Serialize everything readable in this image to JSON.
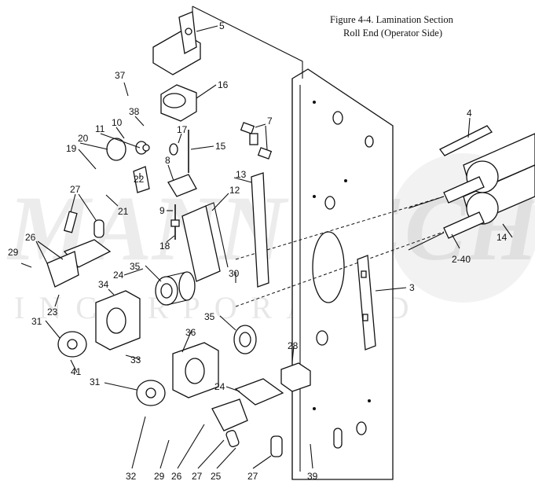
{
  "figure": {
    "title_line1": "Figure 4-4. Lamination Section",
    "title_line2": "Roll End (Operator Side)"
  },
  "watermark": {
    "brand": "MANNTECH",
    "sub": "INCORPORATED"
  },
  "callouts": [
    {
      "id": "5",
      "label": "5"
    },
    {
      "id": "37",
      "label": "37"
    },
    {
      "id": "16",
      "label": "16"
    },
    {
      "id": "38",
      "label": "38"
    },
    {
      "id": "7",
      "label": "7"
    },
    {
      "id": "4",
      "label": "4"
    },
    {
      "id": "10",
      "label": "10"
    },
    {
      "id": "11",
      "label": "11"
    },
    {
      "id": "17",
      "label": "17"
    },
    {
      "id": "20",
      "label": "20"
    },
    {
      "id": "19",
      "label": "19"
    },
    {
      "id": "15",
      "label": "15"
    },
    {
      "id": "8",
      "label": "8"
    },
    {
      "id": "13",
      "label": "13"
    },
    {
      "id": "22",
      "label": "22"
    },
    {
      "id": "27a",
      "label": "27"
    },
    {
      "id": "12",
      "label": "12"
    },
    {
      "id": "21",
      "label": "21"
    },
    {
      "id": "9",
      "label": "9"
    },
    {
      "id": "14",
      "label": "14"
    },
    {
      "id": "26a",
      "label": "26"
    },
    {
      "id": "18",
      "label": "18"
    },
    {
      "id": "40",
      "label": "2-40"
    },
    {
      "id": "29a",
      "label": "29"
    },
    {
      "id": "35a",
      "label": "35"
    },
    {
      "id": "30",
      "label": "30"
    },
    {
      "id": "3",
      "label": "3"
    },
    {
      "id": "24a",
      "label": "24"
    },
    {
      "id": "34",
      "label": "34"
    },
    {
      "id": "23",
      "label": "23"
    },
    {
      "id": "35b",
      "label": "35"
    },
    {
      "id": "31a",
      "label": "31"
    },
    {
      "id": "36",
      "label": "36"
    },
    {
      "id": "28",
      "label": "28"
    },
    {
      "id": "33",
      "label": "33"
    },
    {
      "id": "41",
      "label": "41"
    },
    {
      "id": "31b",
      "label": "31"
    },
    {
      "id": "24b",
      "label": "24"
    },
    {
      "id": "32",
      "label": "32"
    },
    {
      "id": "29b",
      "label": "29"
    },
    {
      "id": "26b",
      "label": "26"
    },
    {
      "id": "27b",
      "label": "27"
    },
    {
      "id": "25",
      "label": "25"
    },
    {
      "id": "27c",
      "label": "27"
    },
    {
      "id": "39",
      "label": "39"
    }
  ]
}
